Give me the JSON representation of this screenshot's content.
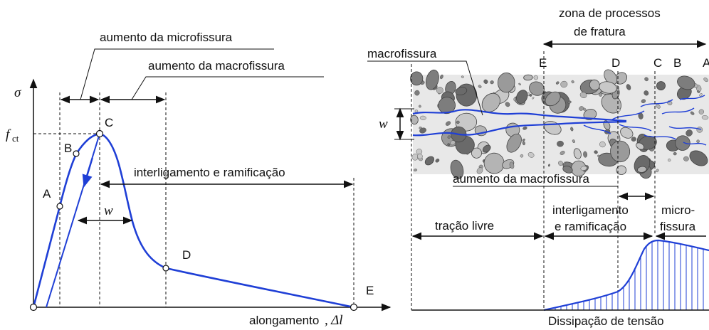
{
  "left_diagram": {
    "y_axis_symbol": "σ",
    "fct_main": "f",
    "fct_sub": "ct",
    "x_axis_label": "alongamento",
    "x_axis_symbol": ", Δl",
    "points": {
      "A": "A",
      "B": "B",
      "C": "C",
      "D": "D",
      "E": "E"
    },
    "width_symbol": "w",
    "labels": {
      "micro": "aumento da microfissura",
      "macro": "aumento da macrofissura",
      "interlock": "interligamento e ramificação"
    }
  },
  "right_diagram": {
    "fpz_line1": "zona de processos",
    "fpz_line2": "de fratura",
    "macro_label": "macrofissura",
    "width_symbol": "w",
    "points": {
      "E": "E",
      "D": "D",
      "C": "C",
      "B": "B",
      "A": "A"
    },
    "macro_growth": "aumento da macrofissura",
    "free_tension": "tração livre",
    "interlock_line1": "interligamento",
    "interlock_line2": "e ramificação",
    "micro_line1": "micro-",
    "micro_line2": "fissura",
    "dissipation": "Dissipação de tensão"
  },
  "colors": {
    "curve": "#1f3fd6",
    "text": "#111111",
    "aggregate": "#8a8a8a"
  }
}
